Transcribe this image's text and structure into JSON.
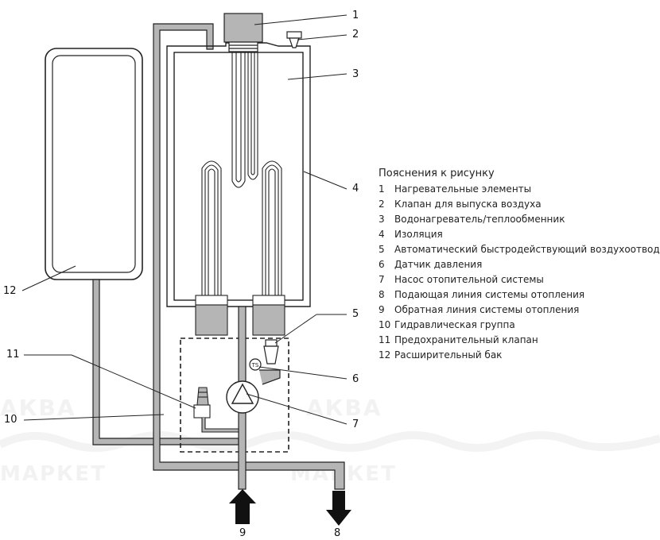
{
  "watermark": {
    "line1": "АКВА",
    "line2": "МАРКЕТ"
  },
  "legend": {
    "title": "Пояснения к рисунку",
    "items": [
      {
        "num": "1",
        "text": "Нагревательные элементы"
      },
      {
        "num": "2",
        "text": "Клапан для выпуска воздуха"
      },
      {
        "num": "3",
        "text": "Водонагреватель/теплообменник"
      },
      {
        "num": "4",
        "text": "Изоляция"
      },
      {
        "num": "5",
        "text": "Автоматический быстродействующий воздухоотводчик"
      },
      {
        "num": "6",
        "text": "Датчик давления"
      },
      {
        "num": "7",
        "text": "Насос отопительной системы"
      },
      {
        "num": "8",
        "text": "Подающая линия системы отопления"
      },
      {
        "num": "9",
        "text": "Обратная линия системы отопления"
      },
      {
        "num": "10",
        "text": "Гидравлическая группа"
      },
      {
        "num": "11",
        "text": "Предохранительный клапан"
      },
      {
        "num": "12",
        "text": "Расширительный бак"
      }
    ]
  },
  "callouts": {
    "c1": "1",
    "c2": "2",
    "c3": "3",
    "c4": "4",
    "c5": "5",
    "c6": "6",
    "c7": "7",
    "c8": "8",
    "c9": "9",
    "c10": "10",
    "c11": "11",
    "c12": "12"
  },
  "sensor_label": "TS"
}
